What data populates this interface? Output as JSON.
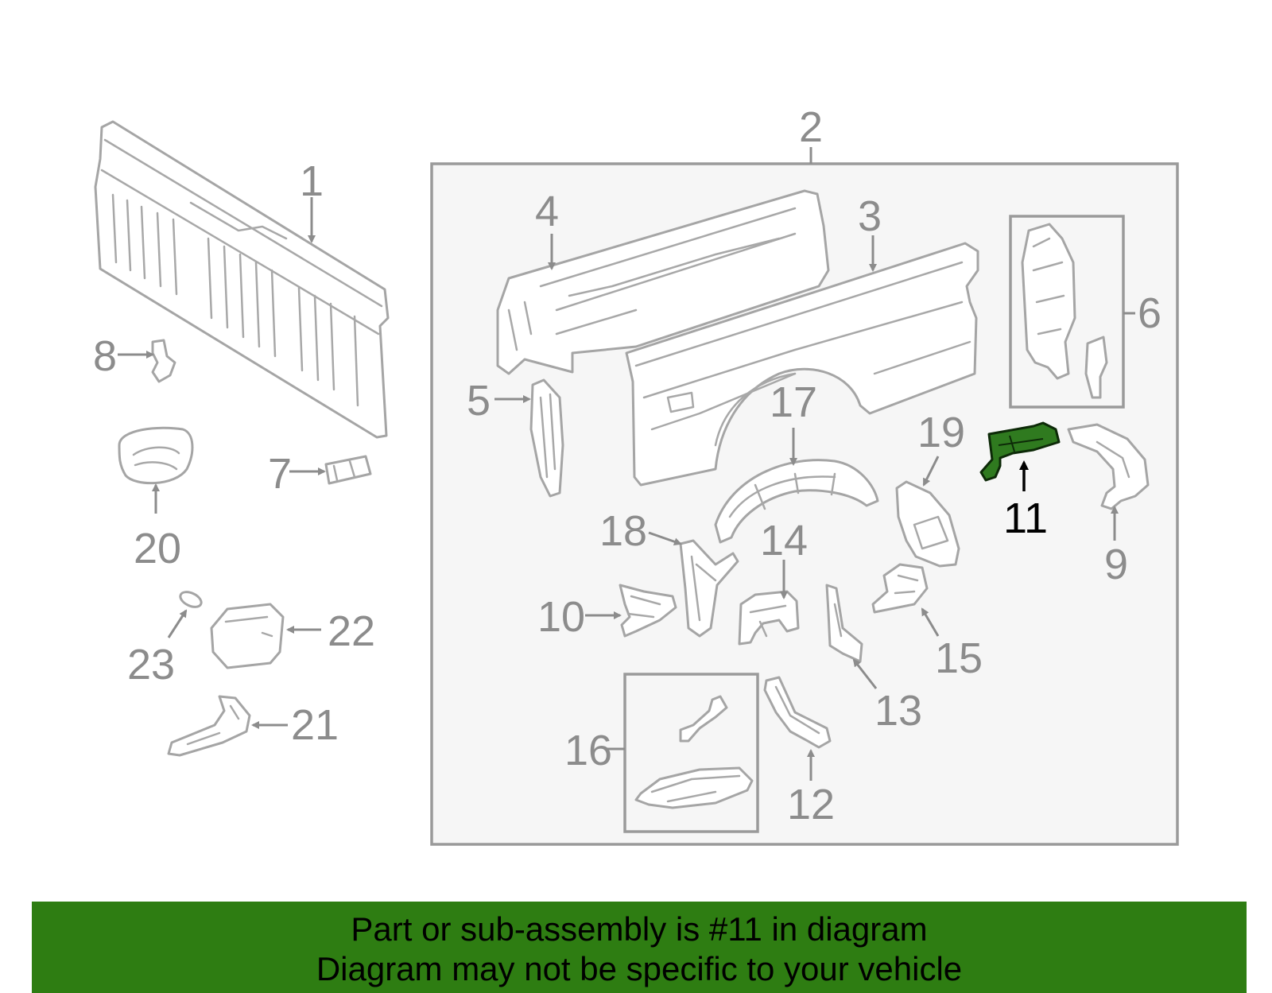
{
  "highlight_color": "#2e7d12",
  "highlight_part": "11",
  "part_labels": {
    "p1": "1",
    "p2": "2",
    "p3": "3",
    "p4": "4",
    "p5": "5",
    "p6": "6",
    "p7": "7",
    "p8": "8",
    "p9": "9",
    "p10": "10",
    "p11": "11",
    "p12": "12",
    "p13": "13",
    "p14": "14",
    "p15": "15",
    "p16": "16",
    "p17": "17",
    "p18": "18",
    "p19": "19",
    "p20": "20",
    "p21": "21",
    "p22": "22",
    "p23": "23"
  },
  "banner": {
    "line1": "Part or sub-assembly is #11 in diagram",
    "line2": "Diagram may not be specific to your vehicle"
  }
}
